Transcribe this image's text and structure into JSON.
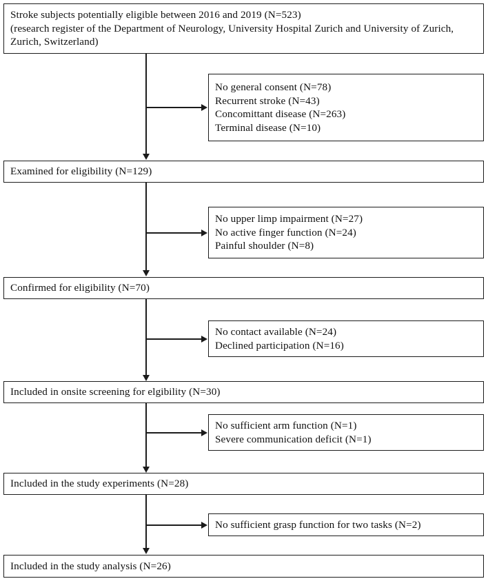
{
  "diagram": {
    "type": "study-flow-chart",
    "orientation": "vertical",
    "line_color": "#1b1b1b",
    "background_color": "#ffffff",
    "stages": [
      {
        "id": "eligible-pool",
        "lines": [
          "Stroke subjects potentially eligible  between 2016 and 2019 (N=523)",
          "(research register  of the Department of Neurology, University  Hospital Zurich and University  of Zurich, Zurich, Switzerland)"
        ],
        "count": 523
      },
      {
        "id": "examined",
        "lines": [
          "Examined for eligibility  (N=129)"
        ],
        "count": 129
      },
      {
        "id": "confirmed",
        "lines": [
          "Confirmed for eligibility  (N=70)"
        ],
        "count": 70
      },
      {
        "id": "onsite-screening",
        "lines": [
          "Included in onsite screening for elgibility  (N=30)"
        ],
        "count": 30
      },
      {
        "id": "study-experiments",
        "lines": [
          "Included in the study experiments (N=28)"
        ],
        "count": 28
      },
      {
        "id": "study-analysis",
        "lines": [
          "Included in the study analysis (N=26)"
        ],
        "count": 26
      }
    ],
    "exclusions": [
      {
        "id": "exclusion-1",
        "lines": [
          "No general consent (N=78)",
          "Recurrent stroke (N=43)",
          "Concomittant disease (N=263)",
          "Terminal  disease (N=10)"
        ],
        "counts": [
          78,
          43,
          263,
          10
        ]
      },
      {
        "id": "exclusion-2",
        "lines": [
          "No upper limp impairment (N=27)",
          "No active finger function (N=24)",
          "Painful shoulder (N=8)"
        ],
        "counts": [
          27,
          24,
          8
        ]
      },
      {
        "id": "exclusion-3",
        "lines": [
          "No contact available  (N=24)",
          "Declined participation (N=16)"
        ],
        "counts": [
          24,
          16
        ]
      },
      {
        "id": "exclusion-4",
        "lines": [
          "No sufficient arm function (N=1)",
          "Severe communication deficit (N=1)"
        ],
        "counts": [
          1,
          1
        ]
      },
      {
        "id": "exclusion-5",
        "lines": [
          "No sufficient grasp function for two tasks (N=2)"
        ],
        "counts": [
          2
        ]
      }
    ]
  }
}
